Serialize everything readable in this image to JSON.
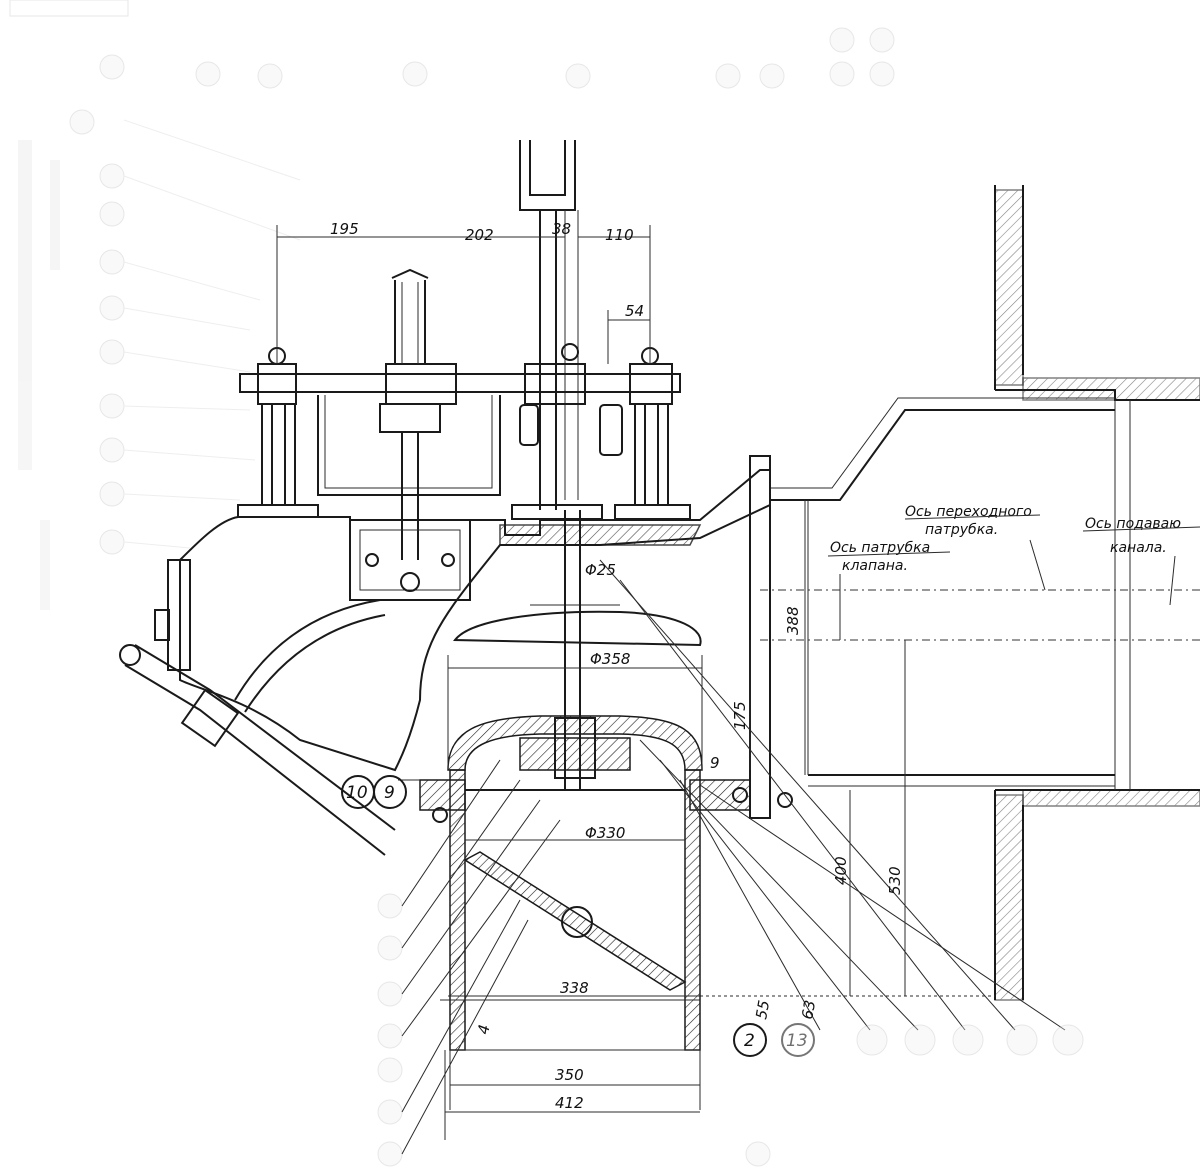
{
  "drawing": {
    "dimensions": {
      "d195": "195",
      "d202": "202",
      "d38": "38",
      "d110": "110",
      "d54": "54",
      "d25": "Φ25",
      "d358": "Φ358",
      "d175": "175",
      "d388": "388",
      "d9": "9",
      "d330": "Φ330",
      "d400": "400",
      "d530": "530",
      "d338": "338",
      "d350": "350",
      "d412": "412",
      "d55": "55",
      "d63": "63",
      "d4": "4"
    },
    "notes": {
      "transition_axis_line1": "Ось переходного",
      "transition_axis_line2": "патрубка.",
      "supply_axis_line1": "Ось подаваю",
      "supply_axis_line2": "канала.",
      "valve_axis_line1": "Ось патрубка",
      "valve_axis_line2": "клапана."
    },
    "callouts": {
      "c10": "10",
      "c9": "9",
      "c2": "2",
      "c13": "13"
    }
  }
}
